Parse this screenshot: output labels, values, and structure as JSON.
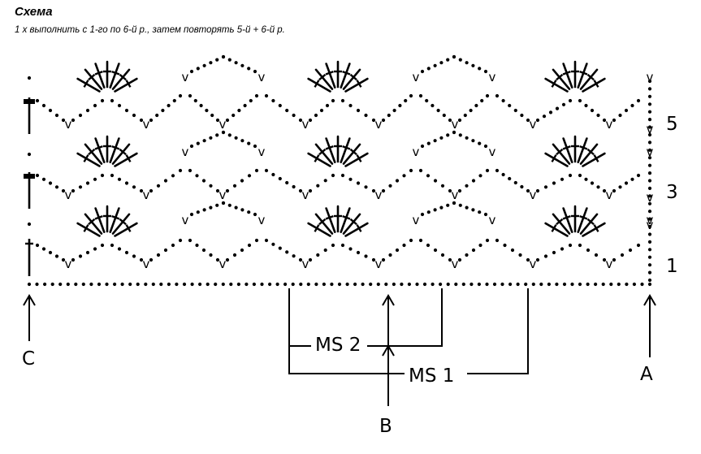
{
  "header": {
    "title": "Схема",
    "subtitle": "1 х выполнить с 1-го по 6-й р., затем повторять 5-й + 6-й р."
  },
  "rows": {
    "row_5": "5",
    "row_3": "3",
    "row_1": "1"
  },
  "markers": {
    "a": "A",
    "b": "B",
    "c": "C"
  },
  "repeats": {
    "ms1": "MS 1",
    "ms2": "MS 2"
  },
  "symbols": {
    "single_crochet": "v"
  }
}
